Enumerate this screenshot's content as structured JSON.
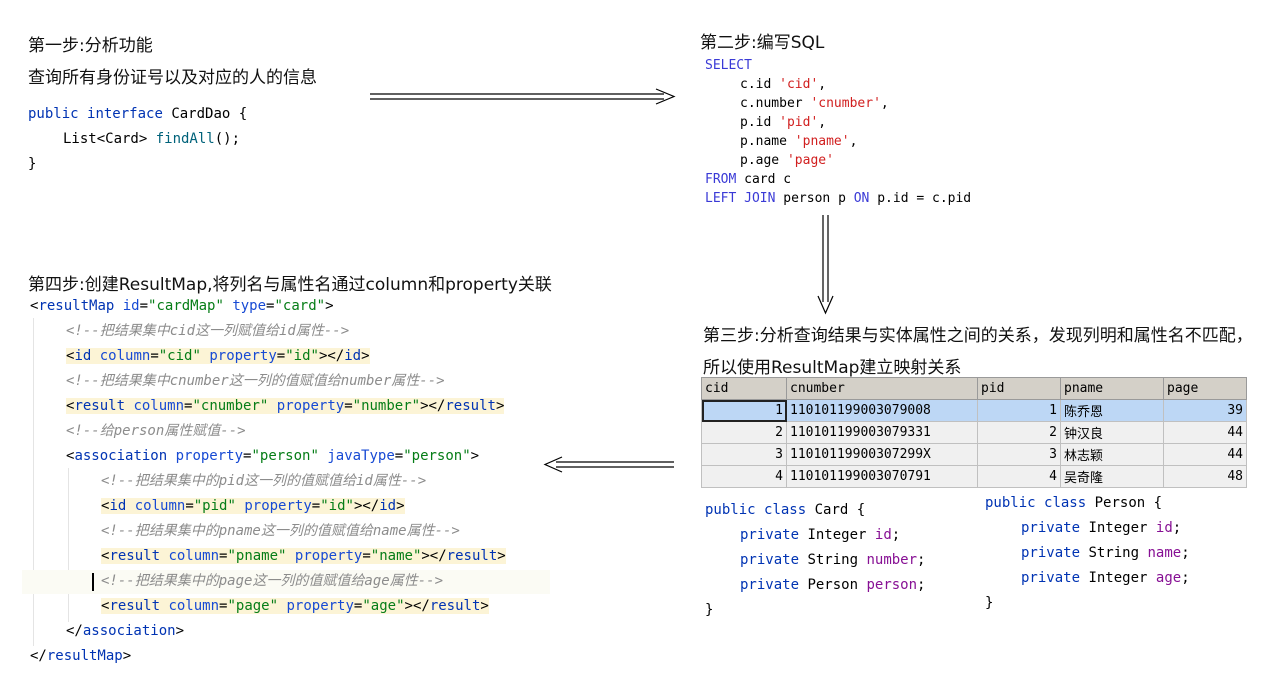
{
  "step1": {
    "title": "第一步:分析功能",
    "desc": "查询所有身份证号以及对应的人的信息",
    "code": {
      "l1": {
        "kw1": "public",
        "kw2": "interface",
        "name": "CardDao {"
      },
      "l2": {
        "pre": "List<Card> ",
        "fn": "findAll",
        "post": "();"
      },
      "l3": "}"
    }
  },
  "step2": {
    "title": "第二步:编写SQL",
    "sql": [
      {
        "kw": "SELECT"
      },
      {
        "col": "c.id ",
        "alias": "'cid'",
        "sep": ","
      },
      {
        "col": "c.number ",
        "alias": "'cnumber'",
        "sep": ","
      },
      {
        "col": "p.id ",
        "alias": "'pid'",
        "sep": ","
      },
      {
        "col": "p.name ",
        "alias": "'pname'",
        "sep": ","
      },
      {
        "col": "p.age ",
        "alias": "'page'",
        "sep": ""
      },
      {
        "kw": "FROM",
        "rest": " card c"
      },
      {
        "kw": "LEFT JOIN",
        "rest": " person p ",
        "kw2": "ON",
        "rest2": " p.id = c.pid"
      }
    ]
  },
  "step3": {
    "title_line1": "第三步:分析查询结果与实体属性之间的关系，发现列明和属性名不匹配，",
    "title_line2": "所以使用ResultMap建立映射关系",
    "table": {
      "headers": [
        "cid",
        "cnumber",
        "pid",
        "pname",
        "page"
      ],
      "rows": [
        [
          "1",
          "110101199003079008",
          "1",
          "陈乔恩",
          "39"
        ],
        [
          "2",
          "110101199003079331",
          "2",
          "钟汉良",
          "44"
        ],
        [
          "3",
          "11010119900307299X",
          "3",
          "林志颖",
          "44"
        ],
        [
          "4",
          "110101199003070791",
          "4",
          "吴奇隆",
          "48"
        ]
      ]
    },
    "card_class": {
      "decl": {
        "kw1": "public",
        "kw2": "class",
        "name": "Card {"
      },
      "fields": [
        {
          "kw": "private",
          "type": "Integer",
          "name": "id"
        },
        {
          "kw": "private",
          "type": "String",
          "name": "number"
        },
        {
          "kw": "private",
          "type": "Person",
          "name": "person"
        }
      ],
      "close": "}"
    },
    "person_class": {
      "decl": {
        "kw1": "public",
        "kw2": "class",
        "name": "Person {"
      },
      "fields": [
        {
          "kw": "private",
          "type": "Integer",
          "name": "id"
        },
        {
          "kw": "private",
          "type": "String",
          "name": "name"
        },
        {
          "kw": "private",
          "type": "Integer",
          "name": "age"
        }
      ],
      "close": "}"
    }
  },
  "step4": {
    "title": "第四步:创建ResultMap,将列名与属性名通过column和property关联",
    "xml": {
      "open": {
        "tag": "resultMap",
        "a1": "id",
        "v1": "\"cardMap\"",
        "a2": "type",
        "v2": "\"card\""
      },
      "c1": "<!--把结果集中cid这一列赋值给id属性-->",
      "id1": {
        "tag": "id",
        "a1": "column",
        "v1": "\"cid\"",
        "a2": "property",
        "v2": "\"id\""
      },
      "c2": "<!--把结果集中cnumber这一列的值赋值给number属性-->",
      "res1": {
        "tag": "result",
        "a1": "column",
        "v1": "\"cnumber\"",
        "a2": "property",
        "v2": "\"number\""
      },
      "c3": "<!--给person属性赋值-->",
      "assoc": {
        "tag": "association",
        "a1": "property",
        "v1": "\"person\"",
        "a2": "javaType",
        "v2": "\"person\""
      },
      "c4": "<!--把结果集中的pid这一列的值赋值给id属性-->",
      "id2": {
        "tag": "id",
        "a1": "column",
        "v1": "\"pid\"",
        "a2": "property",
        "v2": "\"id\""
      },
      "c5": "<!--把结果集中的pname这一列的值赋值给name属性-->",
      "res2": {
        "tag": "result",
        "a1": "column",
        "v1": "\"pname\"",
        "a2": "property",
        "v2": "\"name\""
      },
      "c6": "<!--把结果集中的page这一列的值赋值给age属性-->",
      "res3": {
        "tag": "result",
        "a1": "column",
        "v1": "\"page\"",
        "a2": "property",
        "v2": "\"age\""
      },
      "assoc_close": "association",
      "close": "resultMap"
    }
  },
  "colors": {
    "keyword": "#0033b3",
    "string": "#067d17",
    "field": "#871094",
    "sql_keyword": "#3a3ad6",
    "sql_string": "#d11f1f",
    "highlight": "#fcf4d6"
  }
}
